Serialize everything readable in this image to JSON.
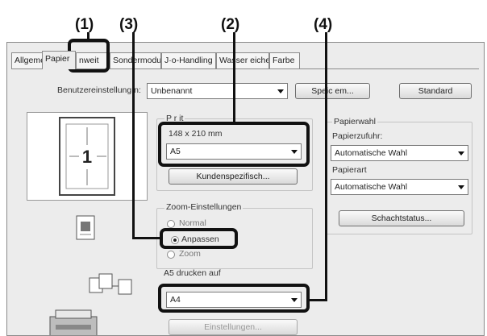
{
  "callouts": [
    "(1)",
    "(3)",
    "(2)",
    "(4)"
  ],
  "tabs": [
    "Allgeme",
    "Papier",
    "nweit",
    "Sondermodus",
    "J·o-Handling",
    "Wasser eichen",
    "Farbe"
  ],
  "settings_row": {
    "label": "Benutzereinstellung n:",
    "value": "Unbenannt",
    "save_button": "Speic em...",
    "standard_button": "Standard"
  },
  "preview": {
    "page_number": "1"
  },
  "paper_size": {
    "title": "P    r    it",
    "dimensions": "148 x 210 mm",
    "value": "A5",
    "custom_button": "Kundenspezifisch..."
  },
  "zoom": {
    "title": "Zoom-Einstellungen",
    "option_normal": "Normal",
    "option_fit": "Anpassen",
    "option_zoom": "Zoom"
  },
  "print_on": {
    "label": "A5 drucken auf",
    "value": "A4",
    "settings_button": "Einstellungen..."
  },
  "paper_selection": {
    "title": "Papierwahl",
    "feed_label": "Papierzufuhr:",
    "feed_value": "Automatische Wahl",
    "type_label": "Papierart",
    "type_value": "Automatische Wahl",
    "tray_status_button": "Schachtstatus..."
  },
  "colors": {
    "accent": "#111111",
    "dialog_bg": "#ececec"
  }
}
